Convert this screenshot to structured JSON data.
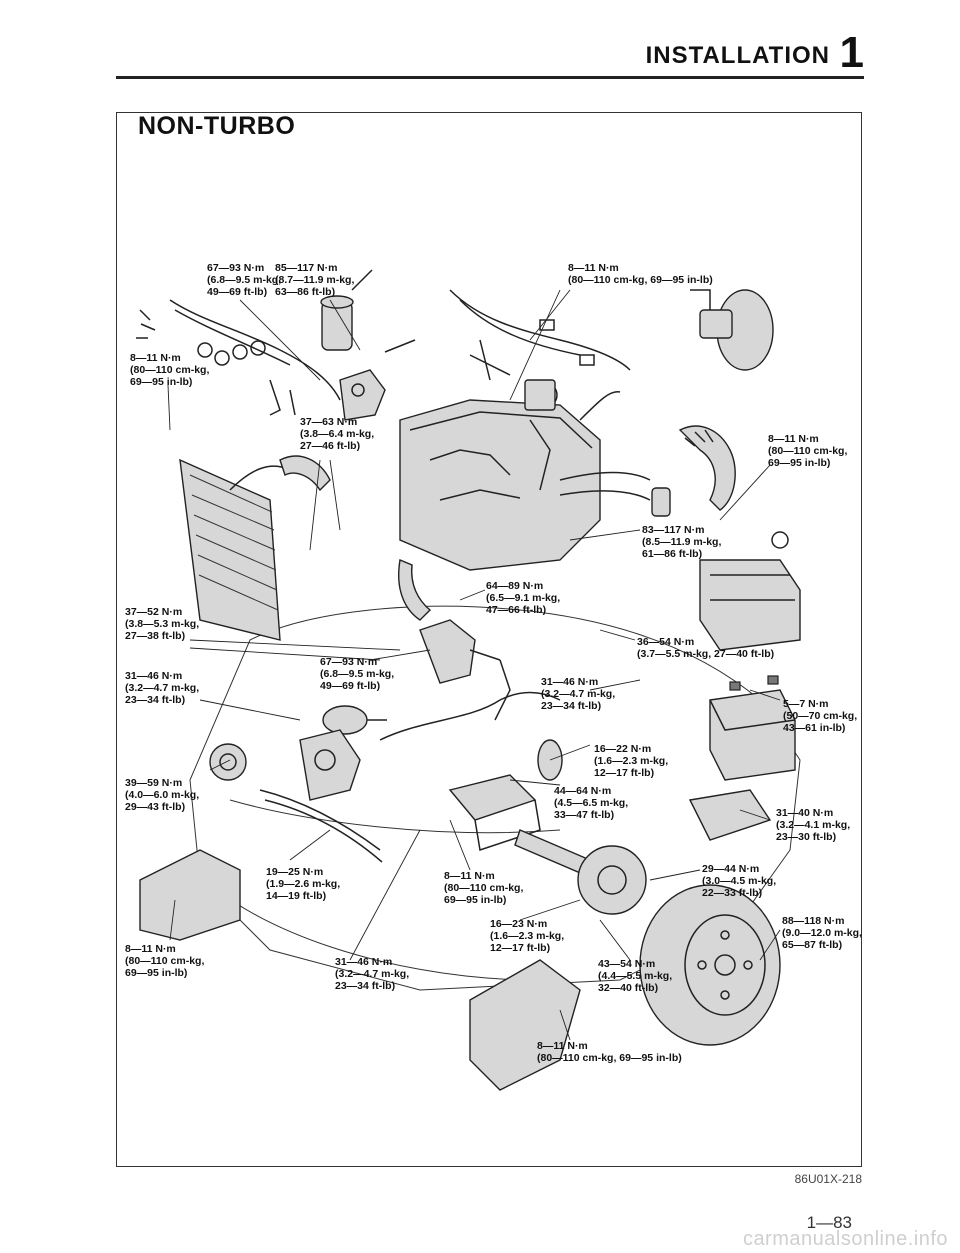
{
  "header": {
    "title": "INSTALLATION",
    "chapter": "1"
  },
  "section_title": "NON-TURBO",
  "figure_code": "86U01X-218",
  "page_number": "1—83",
  "watermark": "carmanualsonline.info",
  "callouts": [
    {
      "id": "c1",
      "text": "67—93 N·m\n(6.8—9.5 m-kg,\n49—69 ft-lb)"
    },
    {
      "id": "c2",
      "text": "85—117 N·m\n(8.7—11.9 m-kg,\n63—86 ft-lb)"
    },
    {
      "id": "c3",
      "text": "8—11 N·m\n(80—110 cm-kg, 69—95 in-lb)"
    },
    {
      "id": "c4",
      "text": "8—11 N·m\n(80—110 cm-kg,\n69—95 in-lb)"
    },
    {
      "id": "c5",
      "text": "37—63 N·m\n(3.8—6.4 m-kg,\n27—46 ft-lb)"
    },
    {
      "id": "c6",
      "text": "8—11 N·m\n(80—110 cm-kg,\n69—95 in-lb)"
    },
    {
      "id": "c7",
      "text": "83—117 N·m\n(8.5—11.9 m-kg,\n61—86 ft-lb)"
    },
    {
      "id": "c8",
      "text": "64—89 N·m\n(6.5—9.1 m-kg,\n47—66 ft-lb)"
    },
    {
      "id": "c9",
      "text": "37—52 N·m\n(3.8—5.3 m-kg,\n27—38 ft-lb)"
    },
    {
      "id": "c10",
      "text": "36—54 N·m\n(3.7—5.5 m-kg, 27—40 ft-lb)"
    },
    {
      "id": "c11",
      "text": "67—93 N·m\n(6.8—9.5 m-kg,\n49—69 ft-lb)"
    },
    {
      "id": "c12",
      "text": "31—46 N·m\n(3.2—4.7 m-kg,\n23—34 ft-lb)"
    },
    {
      "id": "c13",
      "text": "31—46 N·m\n(3.2—4.7 m-kg,\n23—34 ft-lb)"
    },
    {
      "id": "c14",
      "text": "5—7 N·m\n(50—70 cm-kg,\n43—61 in-lb)"
    },
    {
      "id": "c15",
      "text": "16—22 N·m\n(1.6—2.3 m-kg,\n12—17 ft-lb)"
    },
    {
      "id": "c16",
      "text": "39—59 N·m\n(4.0—6.0 m-kg,\n29—43 ft-lb)"
    },
    {
      "id": "c17",
      "text": "44—64 N·m\n(4.5—6.5 m-kg,\n33—47 ft-lb)"
    },
    {
      "id": "c18",
      "text": "31—40 N·m\n(3.2—4.1 m-kg,\n23—30 ft-lb)"
    },
    {
      "id": "c19",
      "text": "19—25 N·m\n(1.9—2.6 m-kg,\n14—19 ft-lb)"
    },
    {
      "id": "c20",
      "text": "8—11 N·m\n(80—110 cm-kg,\n69—95 in-lb)"
    },
    {
      "id": "c21",
      "text": "29—44 N·m\n(3.0—4.5 m-kg,\n22—33 ft-lb)"
    },
    {
      "id": "c22",
      "text": "88—118 N·m\n(9.0—12.0 m-kg,\n65—87 ft-lb)"
    },
    {
      "id": "c23",
      "text": "16—23 N·m\n(1.6—2.3 m-kg,\n12—17 ft-lb)"
    },
    {
      "id": "c24",
      "text": "8—11 N·m\n(80—110 cm-kg,\n69—95 in-lb)"
    },
    {
      "id": "c25",
      "text": "31—46 N·m\n(3.2—4.7 m-kg,\n23—34 ft-lb)"
    },
    {
      "id": "c26",
      "text": "43—54 N·m\n(4.4—5.5 m-kg,\n32—40 ft-lb)"
    },
    {
      "id": "c27",
      "text": "8—11 N·m\n(80—110 cm-kg, 69—95 in-lb)"
    }
  ]
}
